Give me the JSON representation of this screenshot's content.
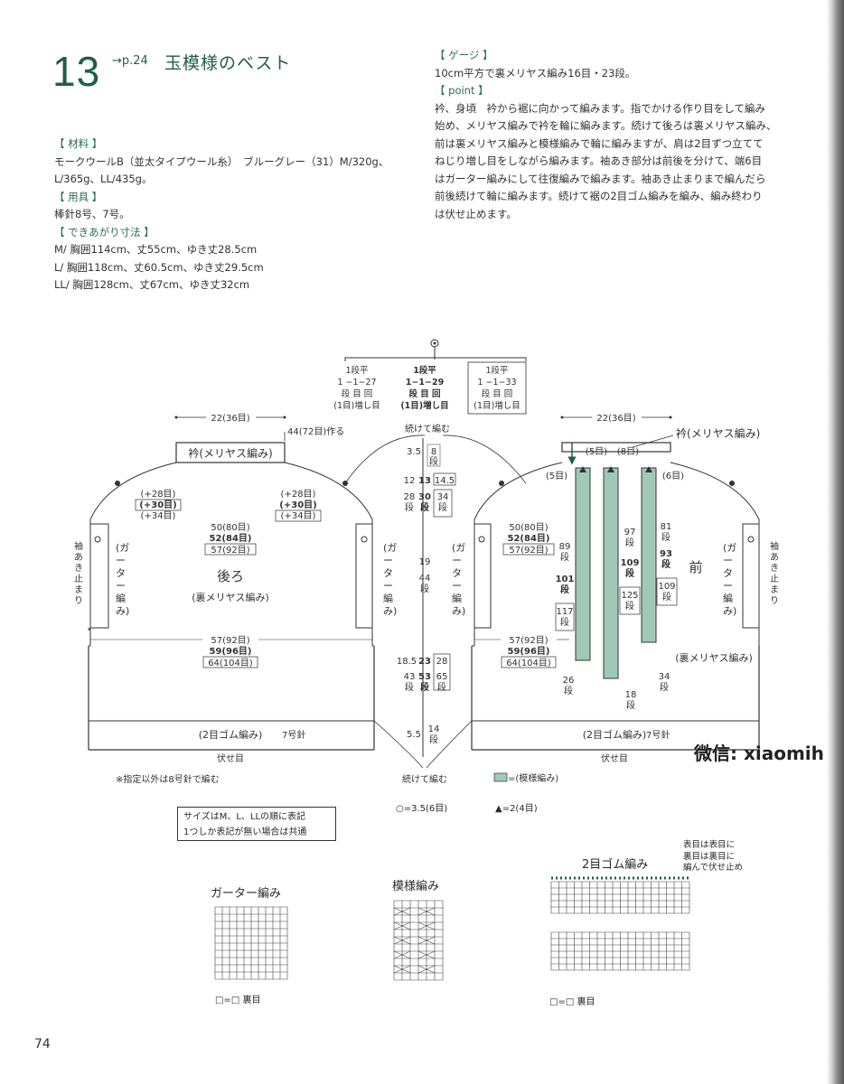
{
  "header": {
    "number": "13",
    "page_ref": "→p.24",
    "title": "玉模様のベスト"
  },
  "left_info": {
    "materials_heading": "【 材料 】",
    "materials_line1": "モークウールB（並太タイプウール糸）　ブルーグレー（31）M/320g、",
    "materials_line2": "L/365g、LL/435g。",
    "tools_heading": "【 用具 】",
    "tools_text": "棒針8号、7号。",
    "size_heading": "【 できあがり寸法 】",
    "size_m": "M/ 胸囲114cm、丈55cm、ゆき丈28.5cm",
    "size_l": "L/ 胸囲118cm、丈60.5cm、ゆき丈29.5cm",
    "size_ll": "LL/ 胸囲128cm、丈67cm、ゆき丈32cm"
  },
  "right_info": {
    "gauge_heading": "【 ゲージ 】",
    "gauge_text": "10cm平方で裏メリヤス編み16目・23段。",
    "point_heading": "【 point 】",
    "point_lines": [
      "衿、身頃　衿から裾に向かって編みます。指でかける作り目をして編み",
      "始め、メリヤス編みで衿を輪に編みます。続けて後ろは裏メリヤス編み、",
      "前は裏メリヤス編みと模様編みで輪に編みますが、肩は2目ずつ立てて",
      "ねじり増し目をしながら編みます。袖あき部分は前後を分けて、端6目",
      "はガーター編みにして往復編みで編みます。袖あき止まりまで編んだら",
      "前後続けて輪に編みます。続けて裾の2目ゴム編みを編み、編み終わり",
      "は伏せ止めます。"
    ]
  },
  "diagram": {
    "top_box_1": [
      "1段平",
      "1 −1−27",
      "段 目 回",
      "(1目)増し目"
    ],
    "top_box_2": [
      "1段平",
      "1−1−29",
      "段 目 回",
      "(1目)増し目"
    ],
    "top_box_3": [
      "1段平",
      "1 −1−33",
      "段 目 回",
      "(1目)増し目"
    ],
    "width_22": "22(36目)",
    "cast_on": "44(72目)作る",
    "continue_knit": "続けて編む",
    "collar_back": "衿(メリヤス編み)",
    "collar_front": "衿(メリヤス編み)",
    "inc_1": "(+28目)",
    "inc_2": "(+30目)",
    "inc_3": "(+34目)",
    "st_50": "50(80目)",
    "st_52": "52(84目)",
    "st_57a": "57(92目)",
    "st_57b": "57(92目)",
    "st_59": "59(96目)",
    "st_64": "64(104目)",
    "back_label": "後ろ",
    "back_sub": "(裏メリヤス編み)",
    "front_label": "前",
    "front_sub": "(裏メリヤス編み)",
    "garter_v": "(ガーター編み)",
    "sleeve_stop": "袖あき止まり",
    "rib_label": "(2目ゴム編み)",
    "needle_7": "7号針",
    "bind_off": "伏せ目",
    "note_8": "※指定以外は8号針で編む",
    "size_note_1": "サイズはM、L、LLの順に表記",
    "size_note_2": "1つしか表記が無い場合は共通",
    "center_35": "3.5",
    "center_8": "8",
    "center_12": "12",
    "center_13": "13",
    "center_145": "14.5",
    "center_28": "28",
    "center_30": "30",
    "center_34": "34",
    "center_19": "19",
    "center_44": "44",
    "center_185": "18.5",
    "center_23": "23",
    "center_28b": "28",
    "center_43": "43",
    "center_53": "53",
    "center_65": "65",
    "center_55": "5.5",
    "center_14": "14",
    "dan": "段",
    "front_5": "(5目)",
    "front_8": "(8目)",
    "front_6": "(6目)",
    "r_89": "89",
    "r_101": "101",
    "r_117": "117",
    "r_97": "97",
    "r_109": "109",
    "r_125": "125",
    "r_81": "81",
    "r_93": "93",
    "r_109b": "109",
    "r_26": "26",
    "r_18": "18",
    "r_34": "34",
    "legend_pattern": "=(模様編み)",
    "legend_circle": "○=3.5(6目)",
    "legend_triangle": "▲=2(4目)"
  },
  "charts": {
    "garter_title": "ガーター編み",
    "pattern_title": "模様編み",
    "rib_title": "2目ゴム編み",
    "rib_note": [
      "表目は表目に",
      "裏目は裏目に",
      "編んで伏せ止め"
    ],
    "legend_purl": "□=□ 裏目"
  },
  "watermark": "微信: xiaomih",
  "page_number": "74"
}
